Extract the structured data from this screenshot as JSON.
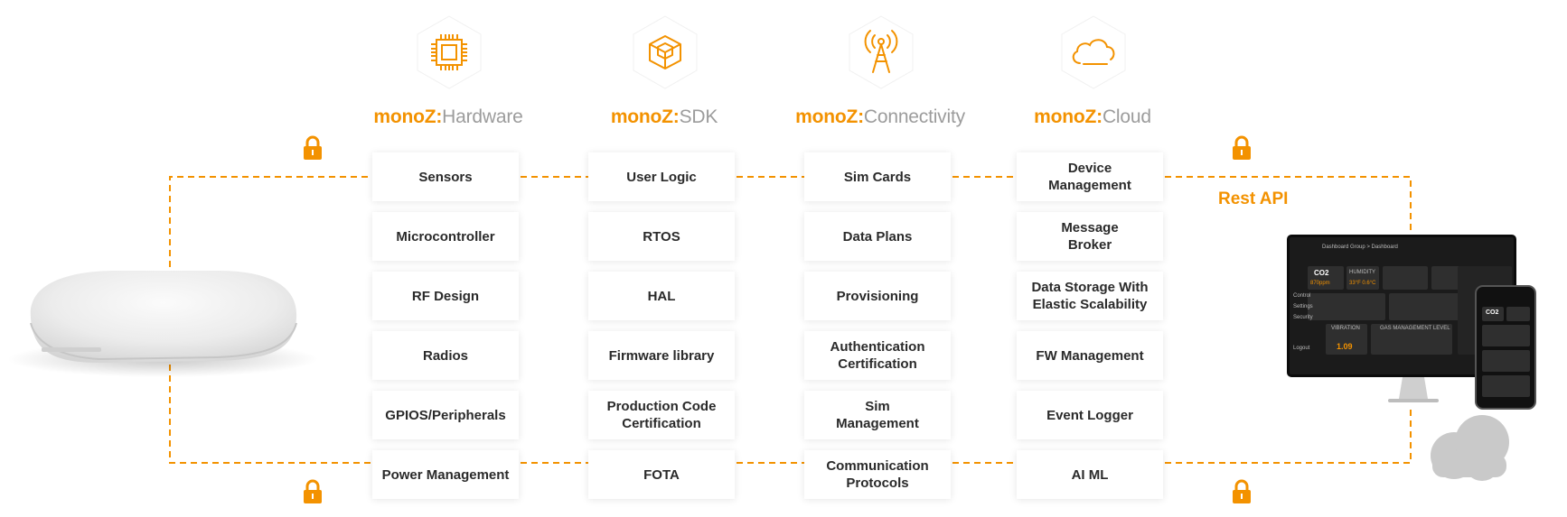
{
  "columns": [
    {
      "id": "hardware",
      "brand": "monoZ:",
      "title": "Hardware",
      "icon": "chip-icon",
      "items": [
        "Sensors",
        "Microcontroller",
        "RF Design",
        "Radios",
        "GPIOS/Peripherals",
        "Power Management"
      ]
    },
    {
      "id": "sdk",
      "brand": "monoZ:",
      "title": "SDK",
      "icon": "cube-icon",
      "items": [
        "User Logic",
        "RTOS",
        "HAL",
        "Firmware library",
        "Production Code\nCertification",
        "FOTA"
      ]
    },
    {
      "id": "connectivity",
      "brand": "monoZ:",
      "title": "Connectivity",
      "icon": "antenna-tower-icon",
      "items": [
        "Sim Cards",
        "Data Plans",
        "Provisioning",
        "Authentication\nCertification",
        "Sim\nManagement",
        "Communication\nProtocols"
      ]
    },
    {
      "id": "cloud",
      "brand": "monoZ:",
      "title": "Cloud",
      "icon": "cloud-icon",
      "items": [
        "Device\nManagement",
        "Message\nBroker",
        "Data Storage With\nElastic Scalability",
        "FW Management",
        "Event Logger",
        "AI ML"
      ]
    }
  ],
  "rest_api_label": "Rest API",
  "dashboard": {
    "title": "Dashboard Group > Dashboard",
    "tile_co2": "CO2",
    "tile_co2_value": "870ppm",
    "tile_humidity": "HUMIDITY",
    "tile_temp": "33°F  0.6°C",
    "menu": [
      "Control",
      "Settings",
      "Security",
      "Logout"
    ],
    "vibration_label": "VIBRATION",
    "vibration_value": "1.09",
    "gas_label": "GAS MANAGEMENT LEVEL",
    "phone_co2": "CO2"
  },
  "colors": {
    "accent": "#f39200",
    "muted": "#9c9c9c",
    "text": "#2a2a2a",
    "dash_line": "#f39200",
    "device": "#e6e6e6"
  }
}
